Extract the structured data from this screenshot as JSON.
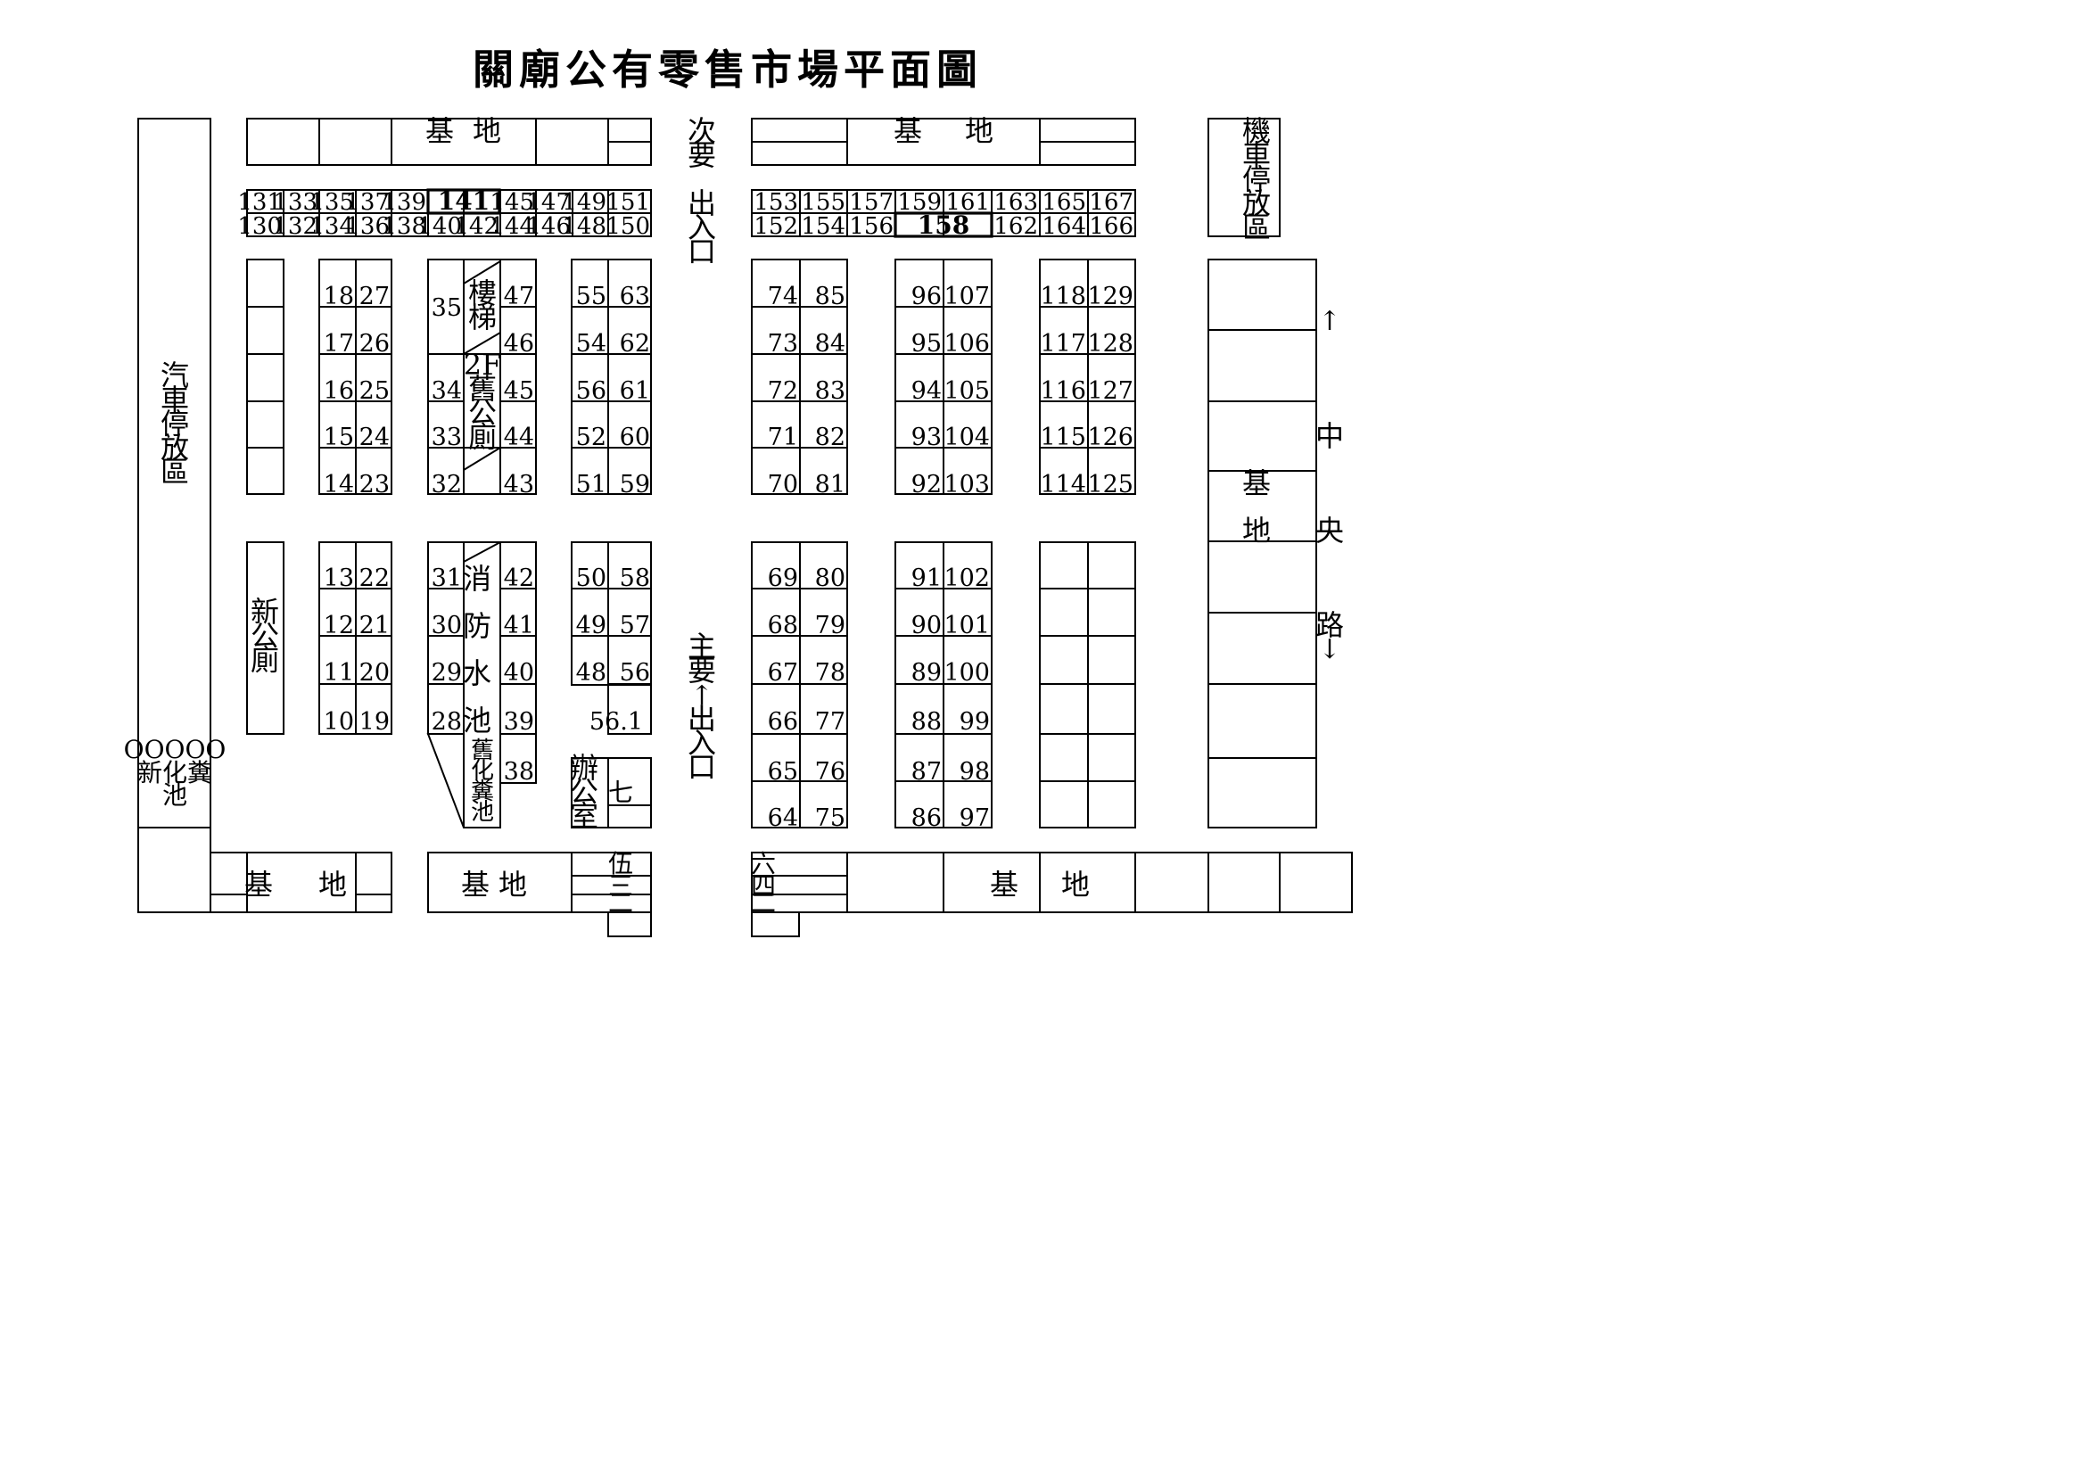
{
  "title": "關廟公有零售市場平面圖",
  "labels": {
    "base": "基地",
    "base_char_1": "基",
    "base_char_2": "地",
    "secondary_entrance": "次要出入口",
    "main_entrance_top": "主要",
    "main_entrance_arrow": "↑",
    "main_entrance_bottom": "出入口",
    "motorcycle_parking": "機車停放區",
    "car_parking": "汽車停放區",
    "zhongyang_road": "中央路",
    "arrow_up": "↑",
    "arrow_down": "↓",
    "stairs": "樓梯",
    "old_toilet": "2F舊公廁",
    "fire_pool": "消防水池",
    "old_septic": "舊化糞池",
    "new_toilet": "新公廁",
    "new_septic_code": "OOOOO",
    "new_septic": "新化糞池",
    "office": "辦公室",
    "seven": "七",
    "five": "伍",
    "three": "三",
    "two": "二",
    "six": "六",
    "four": "四"
  },
  "stalls": {
    "top_left_upper": [
      "131",
      "133",
      "135",
      "137",
      "139",
      "141",
      "145",
      "147",
      "149",
      "151"
    ],
    "top_left_lower": [
      "130",
      "132",
      "134",
      "136",
      "138",
      "140",
      "142",
      "144",
      "146",
      "148",
      "150"
    ],
    "top_right_upper": [
      "153",
      "155",
      "157",
      "159",
      "161",
      "163",
      "165",
      "167"
    ],
    "top_right_lower": [
      "152",
      "154",
      "156",
      "158",
      "162",
      "164",
      "166"
    ],
    "row_a": [
      "18",
      "27",
      "35",
      "47",
      "55",
      "63",
      "74",
      "85",
      "96",
      "107",
      "118",
      "129"
    ],
    "row_b": [
      "17",
      "26",
      "46",
      "54",
      "62",
      "73",
      "84",
      "95",
      "106",
      "117",
      "128"
    ],
    "row_c": [
      "16",
      "25",
      "34",
      "45",
      "56",
      "61",
      "72",
      "83",
      "94",
      "105",
      "116",
      "127"
    ],
    "row_d": [
      "15",
      "24",
      "33",
      "44",
      "52",
      "60",
      "71",
      "82",
      "93",
      "104",
      "115",
      "126"
    ],
    "row_e": [
      "14",
      "23",
      "32",
      "43",
      "51",
      "59",
      "70",
      "81",
      "92",
      "103",
      "114",
      "125"
    ],
    "row_f": [
      "13",
      "22",
      "31",
      "42",
      "50",
      "58",
      "69",
      "80",
      "91",
      "102"
    ],
    "row_g": [
      "12",
      "21",
      "30",
      "41",
      "49",
      "57",
      "68",
      "79",
      "90",
      "101"
    ],
    "row_h": [
      "11",
      "20",
      "29",
      "40",
      "48",
      "56",
      "67",
      "78",
      "89",
      "100"
    ],
    "row_i": [
      "10",
      "19",
      "28",
      "39",
      "56.1",
      "66",
      "77",
      "88",
      "99"
    ],
    "row_j": [
      "38",
      "65",
      "76",
      "87",
      "98"
    ],
    "row_k": [
      "64",
      "75",
      "86",
      "97"
    ]
  }
}
